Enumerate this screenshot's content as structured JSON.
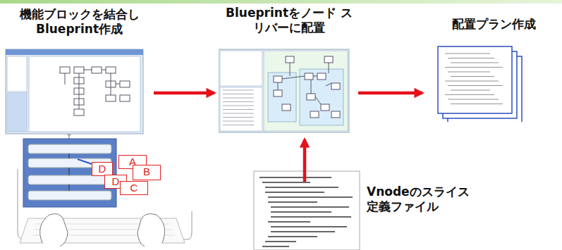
{
  "diagram": {
    "nodes": [
      {
        "text": [
          "機能ブロックを結合し Blueprint作成"
        ]
      },
      {
        "text": [
          "Blueprintをノード スリバーに配置"
        ]
      },
      {
        "text": [
          "配置プラン作成"
        ]
      },
      {
        "text": [
          "Vnodeのスライス 定義ファイル"
        ]
      }
    ],
    "edges": [
      {
        "from": 0,
        "to": 1,
        "arrow": "to"
      },
      {
        "from": 1,
        "to": 2,
        "arrow": "to"
      },
      {
        "from": 3,
        "to": 1,
        "arrow": "to"
      }
    ],
    "labels": [
      "D",
      "A",
      "B",
      "D",
      "C"
    ]
  }
}
